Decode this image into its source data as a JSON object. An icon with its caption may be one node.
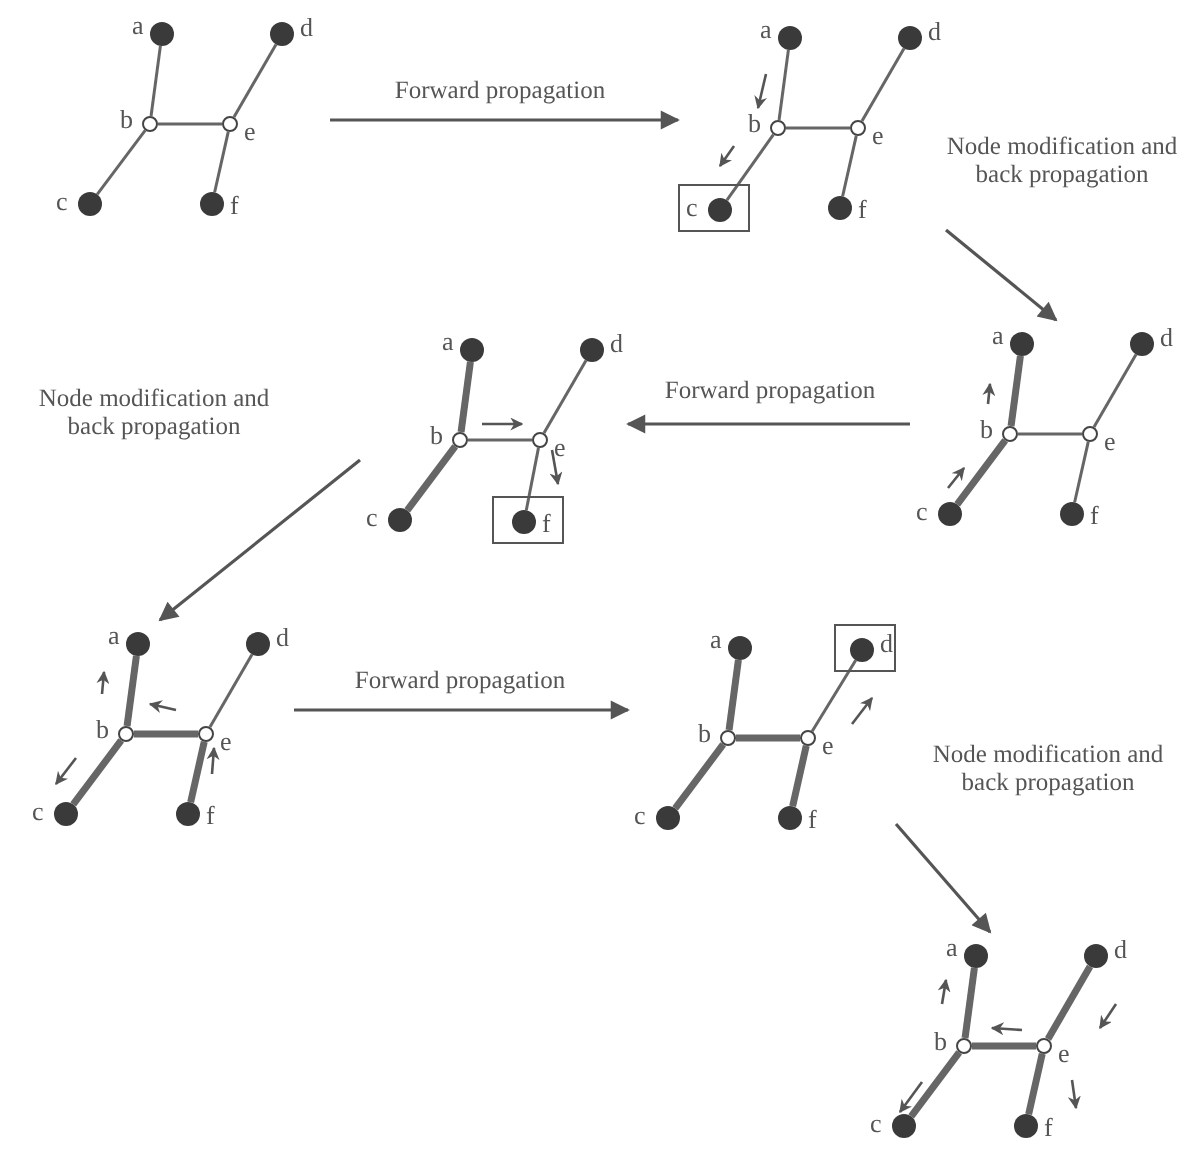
{
  "diagram": {
    "nodes": [
      {
        "text": [],
        "shape": "tree"
      },
      {
        "text": [],
        "shape": "circle",
        "in": 0,
        "beside": [
          "a"
        ]
      },
      {
        "text": [],
        "shape": "circle",
        "in": 0,
        "beside": [
          "d"
        ]
      },
      {
        "text": [],
        "shape": "circle",
        "in": 0,
        "beside": [
          "b"
        ]
      },
      {
        "text": [],
        "shape": "circle",
        "in": 0,
        "beside": [
          "e"
        ]
      },
      {
        "text": [],
        "shape": "circle",
        "in": 0,
        "beside": [
          "c"
        ]
      },
      {
        "text": [],
        "shape": "circle",
        "in": 0,
        "beside": [
          "f"
        ]
      },
      {
        "text": [],
        "shape": "tree"
      },
      {
        "text": [],
        "shape": "circle",
        "in": 7,
        "beside": [
          "a"
        ]
      },
      {
        "text": [],
        "shape": "circle",
        "in": 7,
        "beside": [
          "d"
        ]
      },
      {
        "text": [],
        "shape": "circle",
        "in": 7,
        "beside": [
          "b"
        ]
      },
      {
        "text": [],
        "shape": "circle",
        "in": 7,
        "beside": [
          "e"
        ]
      },
      {
        "text": [],
        "shape": "box",
        "in": 7
      },
      {
        "text": [],
        "shape": "circle",
        "in": 12,
        "beside": [
          "c"
        ]
      },
      {
        "text": [],
        "shape": "circle",
        "in": 7,
        "beside": [
          "f"
        ]
      },
      {
        "text": [],
        "shape": "tree"
      },
      {
        "text": [],
        "shape": "circle",
        "in": 15,
        "beside": [
          "a"
        ]
      },
      {
        "text": [],
        "shape": "circle",
        "in": 15,
        "beside": [
          "d"
        ]
      },
      {
        "text": [],
        "shape": "circle",
        "in": 15,
        "beside": [
          "b"
        ]
      },
      {
        "text": [],
        "shape": "circle",
        "in": 15,
        "beside": [
          "e"
        ]
      },
      {
        "text": [],
        "shape": "circle",
        "in": 15,
        "beside": [
          "c"
        ]
      },
      {
        "text": [],
        "shape": "box",
        "in": 15
      },
      {
        "text": [],
        "shape": "circle",
        "in": 21,
        "beside": [
          "f"
        ]
      },
      {
        "text": [],
        "shape": "tree"
      },
      {
        "text": [],
        "shape": "circle",
        "in": 23,
        "beside": [
          "a"
        ]
      },
      {
        "text": [],
        "shape": "circle",
        "in": 23,
        "beside": [
          "d"
        ]
      },
      {
        "text": [],
        "shape": "circle",
        "in": 23,
        "beside": [
          "b"
        ]
      },
      {
        "text": [],
        "shape": "circle",
        "in": 23,
        "beside": [
          "e"
        ]
      },
      {
        "text": [],
        "shape": "circle",
        "in": 23,
        "beside": [
          "c"
        ]
      },
      {
        "text": [],
        "shape": "circle",
        "in": 23,
        "beside": [
          "f"
        ]
      },
      {
        "text": [],
        "shape": "tree"
      },
      {
        "text": [],
        "shape": "circle",
        "in": 30,
        "beside": [
          "a"
        ]
      },
      {
        "text": [],
        "shape": "circle",
        "in": 30,
        "beside": [
          "d"
        ]
      },
      {
        "text": [],
        "shape": "circle",
        "in": 30,
        "beside": [
          "b"
        ]
      },
      {
        "text": [],
        "shape": "circle",
        "in": 30,
        "beside": [
          "e"
        ]
      },
      {
        "text": [],
        "shape": "circle",
        "in": 30,
        "beside": [
          "c"
        ]
      },
      {
        "text": [],
        "shape": "circle",
        "in": 30,
        "beside": [
          "f"
        ]
      },
      {
        "text": [],
        "shape": "tree"
      },
      {
        "text": [],
        "shape": "circle",
        "in": 37,
        "beside": [
          "a"
        ]
      },
      {
        "text": [],
        "shape": "box",
        "in": 37
      },
      {
        "text": [],
        "shape": "circle",
        "in": 39,
        "beside": [
          "d"
        ]
      },
      {
        "text": [],
        "shape": "circle",
        "in": 37,
        "beside": [
          "b"
        ]
      },
      {
        "text": [],
        "shape": "circle",
        "in": 37,
        "beside": [
          "e"
        ]
      },
      {
        "text": [],
        "shape": "circle",
        "in": 37,
        "beside": [
          "c"
        ]
      },
      {
        "text": [],
        "shape": "circle",
        "in": 37,
        "beside": [
          "f"
        ]
      },
      {
        "text": [],
        "shape": "tree"
      },
      {
        "text": [],
        "shape": "circle",
        "in": 45,
        "beside": [
          "a"
        ]
      },
      {
        "text": [],
        "shape": "circle",
        "in": 45,
        "beside": [
          "d"
        ]
      },
      {
        "text": [],
        "shape": "circle",
        "in": 45,
        "beside": [
          "b"
        ]
      },
      {
        "text": [],
        "shape": "circle",
        "in": 45,
        "beside": [
          "e"
        ]
      },
      {
        "text": [],
        "shape": "circle",
        "in": 45,
        "beside": [
          "c"
        ]
      },
      {
        "text": [],
        "shape": "circle",
        "in": 45,
        "beside": [
          "f"
        ]
      }
    ],
    "edges": [
      {
        "from": 1,
        "to": 3,
        "arrow": "none"
      },
      {
        "from": 3,
        "to": 5,
        "arrow": "none"
      },
      {
        "from": 3,
        "to": 4,
        "arrow": "none"
      },
      {
        "from": 4,
        "to": 2,
        "arrow": "none"
      },
      {
        "from": 4,
        "to": 6,
        "arrow": "none"
      },
      {
        "from": 8,
        "to": 10,
        "arrow": "none"
      },
      {
        "from": 10,
        "to": 13,
        "arrow": "none"
      },
      {
        "from": 10,
        "to": 11,
        "arrow": "none"
      },
      {
        "from": 11,
        "to": 9,
        "arrow": "none"
      },
      {
        "from": 11,
        "to": 14,
        "arrow": "none"
      },
      {
        "from": 16,
        "to": 18,
        "arrow": "none",
        "style": "thick"
      },
      {
        "from": 18,
        "to": 20,
        "arrow": "none",
        "style": "thick"
      },
      {
        "from": 18,
        "to": 19,
        "arrow": "none"
      },
      {
        "from": 19,
        "to": 17,
        "arrow": "none"
      },
      {
        "from": 19,
        "to": 22,
        "arrow": "none"
      },
      {
        "from": 24,
        "to": 26,
        "arrow": "none",
        "style": "thick"
      },
      {
        "from": 26,
        "to": 28,
        "arrow": "none",
        "style": "thick"
      },
      {
        "from": 26,
        "to": 27,
        "arrow": "none"
      },
      {
        "from": 27,
        "to": 25,
        "arrow": "none"
      },
      {
        "from": 27,
        "to": 29,
        "arrow": "none"
      },
      {
        "from": 31,
        "to": 33,
        "arrow": "none",
        "style": "thick"
      },
      {
        "from": 33,
        "to": 35,
        "arrow": "none",
        "style": "thick"
      },
      {
        "from": 33,
        "to": 34,
        "arrow": "none",
        "style": "thick"
      },
      {
        "from": 34,
        "to": 32,
        "arrow": "none"
      },
      {
        "from": 34,
        "to": 36,
        "arrow": "none",
        "style": "thick"
      },
      {
        "from": 38,
        "to": 41,
        "arrow": "none",
        "style": "thick"
      },
      {
        "from": 41,
        "to": 43,
        "arrow": "none",
        "style": "thick"
      },
      {
        "from": 41,
        "to": 42,
        "arrow": "none",
        "style": "thick"
      },
      {
        "from": 42,
        "to": 40,
        "arrow": "none"
      },
      {
        "from": 42,
        "to": 44,
        "arrow": "none",
        "style": "thick"
      },
      {
        "from": 46,
        "to": 48,
        "arrow": "none",
        "style": "thick"
      },
      {
        "from": 48,
        "to": 50,
        "arrow": "none",
        "style": "thick"
      },
      {
        "from": 48,
        "to": 49,
        "arrow": "none",
        "style": "thick"
      },
      {
        "from": 49,
        "to": 47,
        "arrow": "none",
        "style": "thick"
      },
      {
        "from": 49,
        "to": 51,
        "arrow": "none",
        "style": "thick"
      },
      {
        "from": 0,
        "to": 7,
        "arrow": "to",
        "label": "Forward propagation"
      },
      {
        "from": 7,
        "to": 23,
        "arrow": "to",
        "label": "Node modification and back propagation"
      },
      {
        "from": 23,
        "to": 15,
        "arrow": "to",
        "label": "Forward propagation"
      },
      {
        "from": 15,
        "to": 30,
        "arrow": "to",
        "label": "Node modification and back propagation"
      },
      {
        "from": 30,
        "to": 37,
        "arrow": "to",
        "label": "Forward propagation"
      },
      {
        "from": 37,
        "to": 45,
        "arrow": "to",
        "label": "Node modification and back propagation"
      }
    ]
  }
}
